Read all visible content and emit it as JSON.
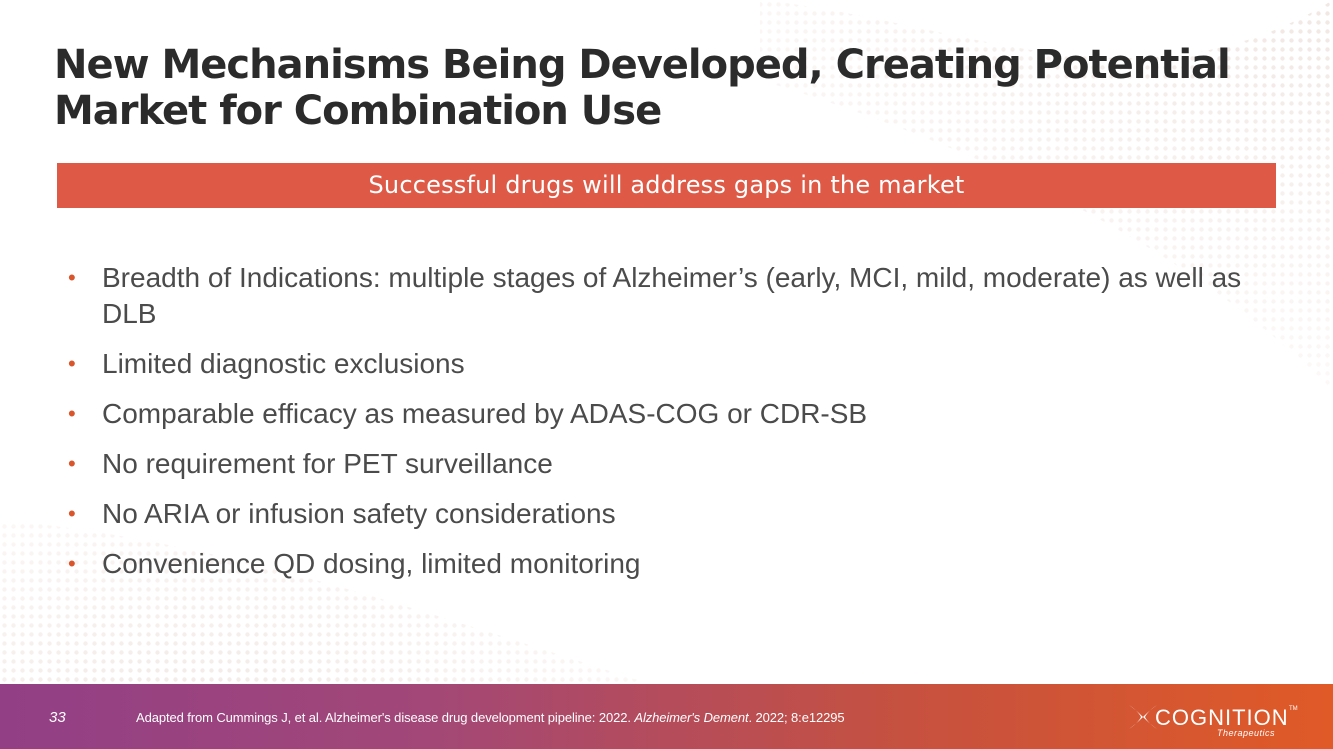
{
  "slide": {
    "title": "New Mechanisms Being Developed, Creating Potential Market for Combination Use",
    "banner": "Successful drugs will address gaps in the market",
    "bullets": [
      "Breadth of Indications: multiple stages of Alzheimer’s (early, MCI, mild, moderate) as well as DLB",
      "Limited diagnostic exclusions",
      "Comparable efficacy as measured by ADAS-COG or CDR-SB",
      "No requirement for PET surveillance",
      "No ARIA or infusion safety considerations",
      "Convenience QD dosing, limited monitoring"
    ],
    "bullet_glyph": "•"
  },
  "footer": {
    "page_number": "33",
    "citation_main": "Adapted from Cummings J, et al. Alzheimer's disease drug development pipeline: 2022.",
    "citation_journal": "Alzheimer's Dement",
    "citation_tail": ". 2022; 8:e12295",
    "logo_name": "COGNITION",
    "logo_tm": "TM",
    "logo_subtitle": "Therapeutics",
    "logo_icon": "x-mark-logo-icon"
  },
  "colors": {
    "title": "#2b2b2b",
    "banner": "#de5a47",
    "bullet_dot": "#d9562d",
    "body_text": "#4b4b4b",
    "footer_start": "#923f86",
    "footer_end": "#e05a27"
  }
}
